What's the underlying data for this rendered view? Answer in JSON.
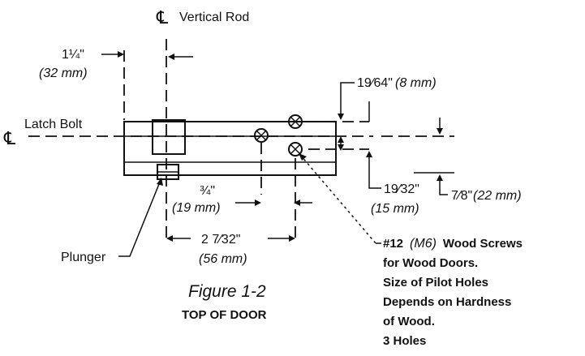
{
  "centerline_symbol": "℄",
  "vertical_rod_label": "Vertical Rod",
  "latch_bolt_label": "Latch Bolt",
  "dim_top_left": {
    "imperial": "1¼\"",
    "metric": "(32 mm)"
  },
  "dim_top_right": {
    "imperial": "19⁄64\"",
    "metric": "(8 mm)"
  },
  "dim_center": {
    "imperial": "¾\"",
    "metric": "(19 mm)"
  },
  "dim_bottom": {
    "imperial": "2 7⁄32\"",
    "metric": "(56 mm)"
  },
  "dim_lower_right": {
    "imperial": "19⁄32\"",
    "metric": "(15 mm)"
  },
  "dim_far_right": {
    "imperial": "7⁄8\"",
    "metric": "(22 mm)"
  },
  "plunger_label": "Plunger",
  "caption": {
    "figure": "Figure 1-2",
    "subtitle": "TOP OF DOOR"
  },
  "screw_note": {
    "size_bold": "#12",
    "size_metric": "(M6)",
    "line1_rest": "Wood Screws",
    "line2": "for Wood Doors.",
    "line3": "Size of Pilot Holes",
    "line4": "Depends on Hardness",
    "line5": "of Wood.",
    "line6": "3 Holes"
  }
}
